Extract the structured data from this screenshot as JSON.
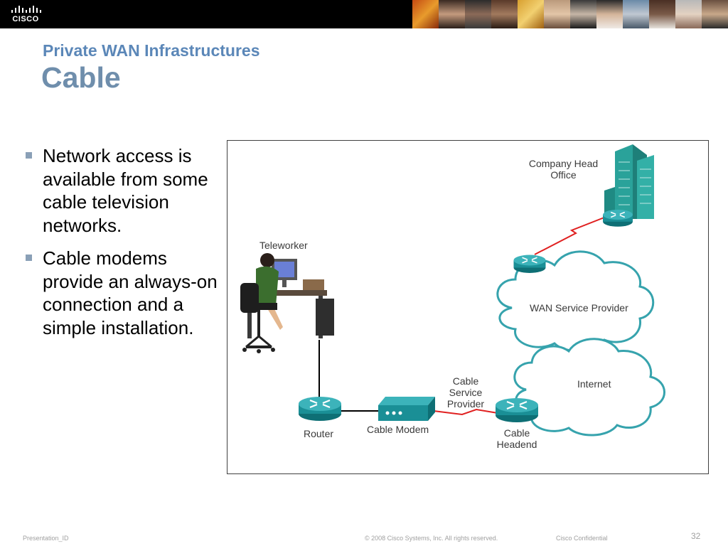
{
  "header": {
    "brand": "CISCO"
  },
  "slide": {
    "subtitle": "Private WAN Infrastructures",
    "title": "Cable",
    "bullets": [
      "Network access is available from some cable television networks.",
      "Cable modems provide an always-on connection and a simple installation."
    ]
  },
  "diagram": {
    "labels": {
      "company_head_office": "Company Head Office",
      "teleworker": "Teleworker",
      "wan_service_provider": "WAN Service Provider",
      "internet": "Internet",
      "cable_service_provider": "Cable Service Provider",
      "router": "Router",
      "cable_modem": "Cable Modem",
      "cable_headend": "Cable Headend"
    },
    "colors": {
      "router": "#1a8f96",
      "cloud_stroke": "#36a3ad",
      "serial_link": "#e02020",
      "building": "#2aa29a"
    }
  },
  "footer": {
    "presentation_id": "Presentation_ID",
    "copyright": "© 2008 Cisco Systems, Inc. All rights reserved.",
    "confidential": "Cisco Confidential",
    "page_number": "32"
  }
}
